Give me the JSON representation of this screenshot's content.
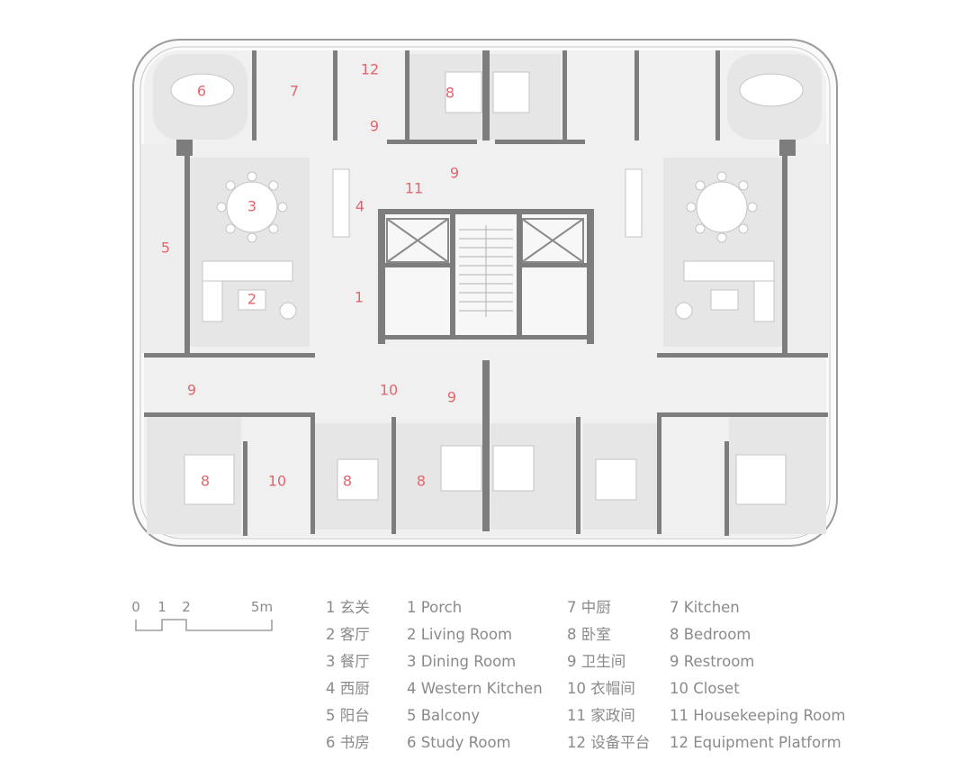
{
  "room_labels": {
    "l6a": "6",
    "l7": "7",
    "l12": "12",
    "l9a": "9",
    "l8a": "8",
    "l9b": "9",
    "l11": "11",
    "l3": "3",
    "l4": "4",
    "l5": "5",
    "l2": "2",
    "l1": "1",
    "l9c": "9",
    "l10a": "10",
    "l9d": "9",
    "l8b": "8",
    "l10b": "10",
    "l8c": "8",
    "l8d": "8"
  },
  "scale": {
    "t0": "0",
    "t1": "1",
    "t2": "2",
    "t5": "5m"
  },
  "legend": {
    "col1": [
      "1 玄关",
      "2 客厅",
      "3 餐厅",
      "4 西厨",
      "5 阳台",
      "6 书房"
    ],
    "col2": [
      "1 Porch",
      "2 Living Room",
      "3 Dining Room",
      "4 Western Kitchen",
      "5 Balcony",
      "6 Study Room"
    ],
    "col3": [
      "7 中厨",
      "8 卧室",
      "9 卫生间",
      "10 衣帽间",
      "11 家政间",
      "12 设备平台"
    ],
    "col4": [
      "7 Kitchen",
      "8 Bedroom",
      "9 Restroom",
      "10 Closet",
      "11 Housekeeping Room",
      "12 Equipment Platform"
    ]
  },
  "colors": {
    "label": "#e0666e",
    "wall": "#7d7d7d",
    "legend_text": "#8a8a8a",
    "rug": "#e6e6e6"
  }
}
